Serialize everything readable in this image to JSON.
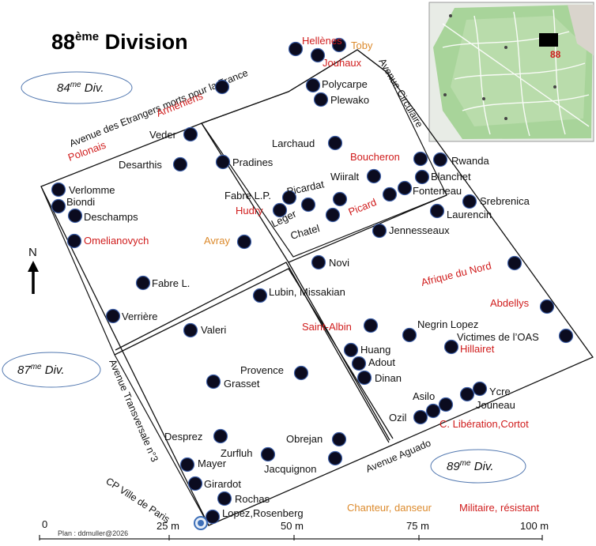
{
  "title": {
    "main": "88",
    "sup": "ème",
    "rest": " Division"
  },
  "divisions": {
    "d84": {
      "num": "84",
      "sup": "me",
      "rest": " Div."
    },
    "d87": {
      "num": "87",
      "sup": "me",
      "rest": " Div."
    },
    "d89": {
      "num": "89",
      "sup": "me",
      "rest": " Div."
    }
  },
  "streets": {
    "etrangers": "Avenue des Etrangers morts pour la France",
    "circulaire": "Avenue Circulaire",
    "transversale": "Avenue Transversale n°3",
    "aguado": "Avenue Aguado",
    "cp": "CP Ville de Paris"
  },
  "north": "N",
  "inset_label": "88",
  "legend": {
    "chanteur": "Chanteur, danseur",
    "militaire": "Militaire, résistant"
  },
  "scale": {
    "t0": "0",
    "t25": "25 m",
    "t50": "50 m",
    "t75": "75 m",
    "t100": "100 m"
  },
  "credit": "Plan : ddmuller@2026",
  "labels": {
    "toby": "Toby",
    "hellenes": "Hellènes",
    "jouhaux": "Jouhaux",
    "polycarpe": "Polycarpe",
    "plewako": "Plewako",
    "armeniens": "Arméniens",
    "polonais": "Polonais",
    "veder": "Veder",
    "desarthis": "Desarthis",
    "pradines": "Pradines",
    "larchaud": "Larchaud",
    "boucheron": "Boucheron",
    "rwanda": "Rwanda",
    "wiiralt": "Wiiralt",
    "blanchet": "Blanchet",
    "fonteneau": "Fonteneau",
    "picardat": "Picardat",
    "fabre_lp": "Fabre L.P.",
    "hudry": "Hudry",
    "leger": "Leger",
    "chatel": "Chatel",
    "picard": "Picard",
    "srebrenica": "Srebrenica",
    "laurencin": "Laurencin",
    "jennesseaux": "Jennesseaux",
    "verlomme": "Verlomme",
    "biondi": "Biondi",
    "deschamps": "Deschamps",
    "omelianovych": "Omelianovych",
    "avray": "Avray",
    "novi": "Novi",
    "afrique": "Afrique du Nord",
    "fabre_l": "Fabre L.",
    "lubin": "Lubin, Missakian",
    "abdellys": "Abdellys",
    "verriere": "Verrière",
    "valeri": "Valeri",
    "saint_albin": "Saint-Albin",
    "negrin": "Negrin Lopez",
    "victimes": "Victimes de l’OAS",
    "hillairet": "Hillairet",
    "huang": "Huang",
    "adout": "Adout",
    "dinan": "Dinan",
    "provence": "Provence",
    "grasset": "Grasset",
    "asilo": "Asilo",
    "ycre": "Ycre",
    "jouneau": "Jouneau",
    "ozil": "Ozil",
    "c_liberation": "C. Libération,Cortot",
    "desprez": "Desprez",
    "obrejan": "Obrejan",
    "zurfluh": "Zurfluh",
    "jacquignon": "Jacquignon",
    "mayer": "Mayer",
    "girardot": "Girardot",
    "rochas": "Rochas",
    "lopez": "Lopez,Rosenberg"
  },
  "colors": {
    "marker": "#0b0b1f",
    "marker_ring": "#3d5fa8",
    "red_label": "#d01c1c",
    "orange_label": "#dc8a2c",
    "inset_park": "#a8d49a",
    "inset_highlight": "#d01c1c"
  }
}
